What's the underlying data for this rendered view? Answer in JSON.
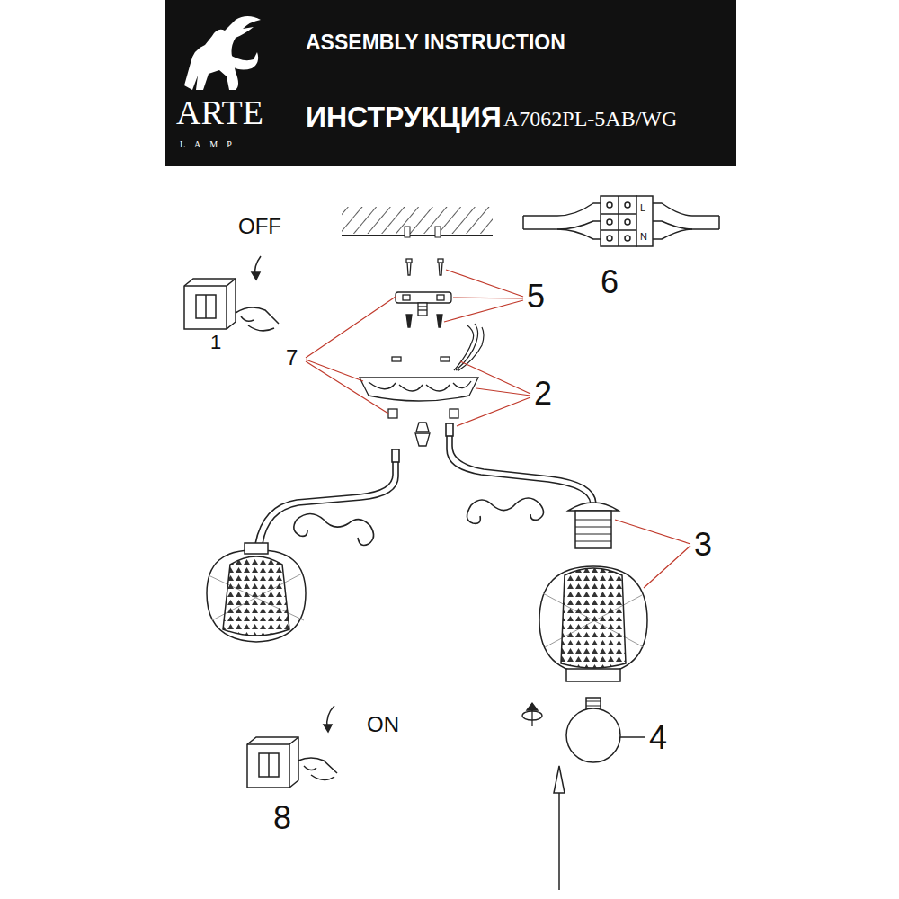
{
  "diagram": {
    "title": "ASSEMBLY INSTRUCTION",
    "labels": [
      "ARTE",
      "LAMP",
      "ИНСТРУКЦИЯ",
      "A7062PL-5AB/WG",
      "OFF",
      "1",
      "5",
      "6",
      "7",
      "2",
      "3",
      "4",
      "ON",
      "8",
      "N",
      "L"
    ]
  }
}
